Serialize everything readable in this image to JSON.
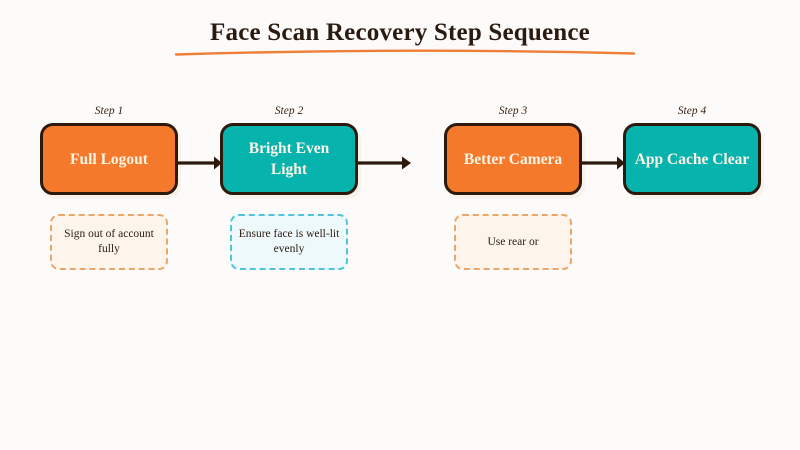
{
  "title": {
    "text": "Face Scan Recovery Step Sequence",
    "underline_color": "#f07e36"
  },
  "theme": {
    "background": "#fdfbfa",
    "orange": "#f5792a",
    "teal": "#07b3ad",
    "border": "#2e1a0c",
    "box_text": "#fdf4e6",
    "note_fill_orange": "#fdf5ec",
    "note_border_orange": "#e8a76a",
    "note_fill_cyan": "#eef9fc",
    "note_border_cyan": "#4fc4d8",
    "arrow_color": "#2e1a0c"
  },
  "steps": [
    {
      "label": "Step 1",
      "title": "Full Logout",
      "color": "orange",
      "note": "Sign out of account fully",
      "note_style": "orange"
    },
    {
      "label": "Step 2",
      "title": "Bright Even Light",
      "color": "teal",
      "note": "Ensure face is well-lit evenly",
      "note_style": "cyan"
    },
    {
      "label": "Step 3",
      "title": "Better Camera",
      "color": "orange",
      "note": "Use rear or",
      "note_style": "orange"
    },
    {
      "label": "Step 4",
      "title": "App Cache Clear",
      "color": "teal",
      "note": null,
      "note_style": null
    }
  ],
  "connectors": [
    {
      "from": "Step 1",
      "to": "Step 2",
      "kind": "arrow-right"
    },
    {
      "from": "Step 2",
      "to": "Step 3",
      "kind": "arrow-right"
    },
    {
      "from": "Step 3",
      "to": "Step 4",
      "kind": "arrow-right"
    }
  ]
}
